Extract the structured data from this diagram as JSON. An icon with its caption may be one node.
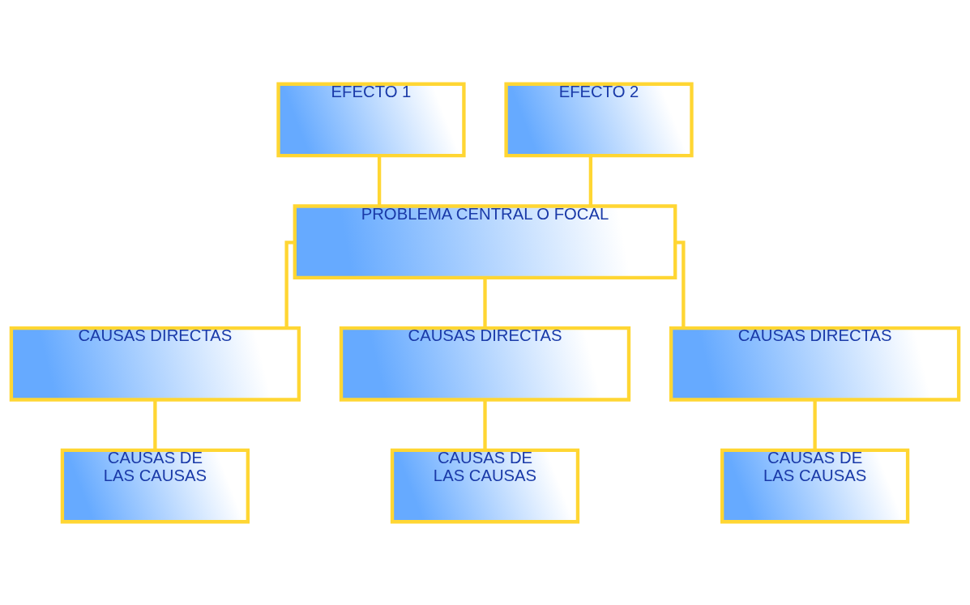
{
  "diagram": {
    "nodes": [
      {
        "text": [
          "EFECTO 1"
        ]
      },
      {
        "text": [
          "EFECTO 2"
        ]
      },
      {
        "text": [
          "PROBLEMA CENTRAL O FOCAL"
        ]
      },
      {
        "text": [
          "CAUSAS DIRECTAS"
        ]
      },
      {
        "text": [
          "CAUSAS DIRECTAS"
        ]
      },
      {
        "text": [
          "CAUSAS DIRECTAS"
        ]
      },
      {
        "text": [
          "CAUSAS DE LAS CAUSAS"
        ]
      },
      {
        "text": [
          "CAUSAS DE LAS CAUSAS"
        ]
      },
      {
        "text": [
          "CAUSAS DE LAS CAUSAS"
        ]
      }
    ],
    "edges": [
      {
        "from": 0,
        "to": 2,
        "arrow": "none"
      },
      {
        "from": 1,
        "to": 2,
        "arrow": "none"
      },
      {
        "from": 2,
        "to": 3,
        "arrow": "none"
      },
      {
        "from": 2,
        "to": 4,
        "arrow": "none"
      },
      {
        "from": 2,
        "to": 5,
        "arrow": "none"
      },
      {
        "from": 3,
        "to": 6,
        "arrow": "none"
      },
      {
        "from": 4,
        "to": 7,
        "arrow": "none"
      },
      {
        "from": 5,
        "to": 8,
        "arrow": "none"
      }
    ]
  }
}
